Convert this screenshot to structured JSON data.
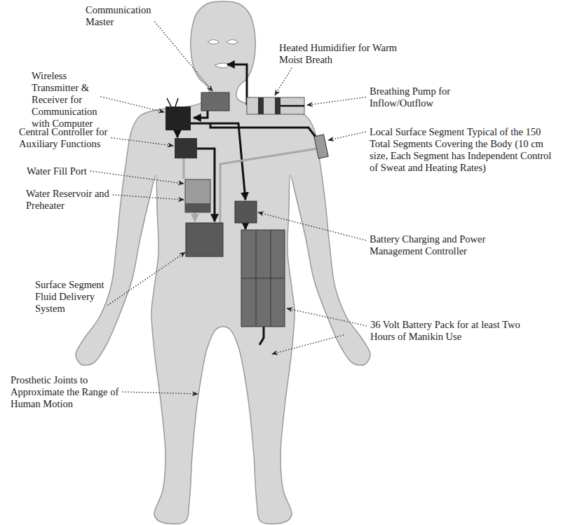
{
  "diagram": {
    "labels": [
      "Communication Master",
      "Heated Humidifier for Warm Moist Breath",
      "Wireless Transmitter & Receiver for Communication with Computer",
      "Breathing Pump for Inflow/Outflow",
      "Central Controller for Auxiliary Functions",
      "Local Surface Segment Typical of the 150 Total Segments Covering the Body (10 cm size, Each Segment has Independent Control of Sweat and Heating Rates)",
      "Water Fill Port",
      "Water Reservoir and Preheater",
      "Battery Charging and Power Management Controller",
      "Surface Segment Fluid Delivery System",
      "36 Volt Battery Pack for at least Two Hours of Manikin Use",
      "Prosthetic Joints to Approximate the Range of Human Motion"
    ]
  }
}
